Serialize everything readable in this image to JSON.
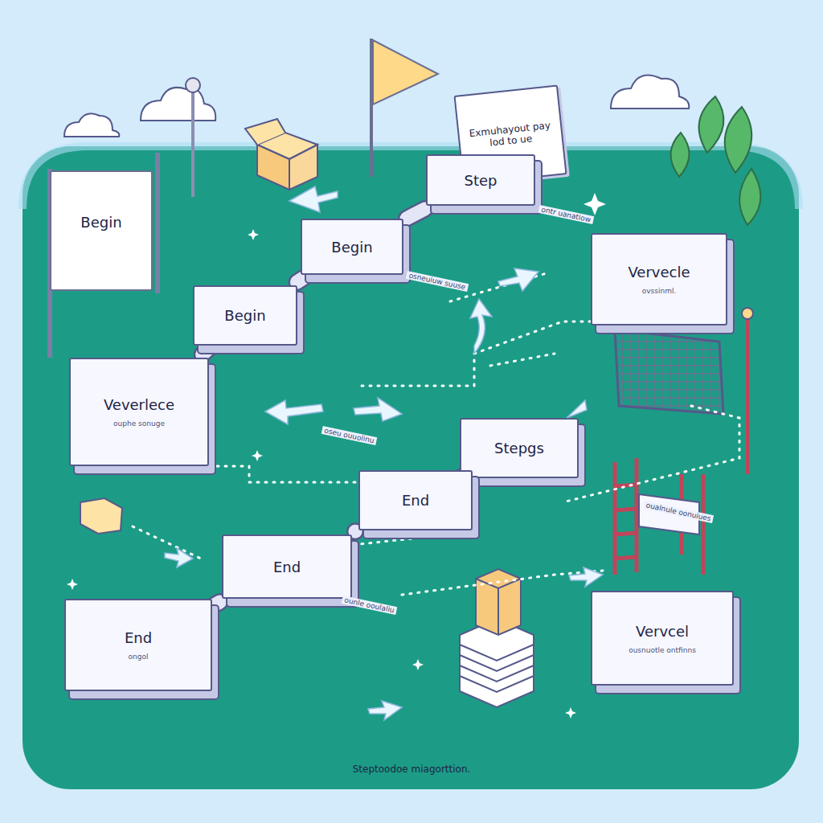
{
  "diagram": {
    "caption": "Steptoodoe miagorttion.",
    "nodes": [
      {
        "text": [
          "Begin"
        ]
      },
      {
        "text": [
          "Exmuhayout pay lod to ue"
        ]
      },
      {
        "text": [
          "Step"
        ]
      },
      {
        "text": [
          "Begin"
        ]
      },
      {
        "text": [
          "Vervecle",
          "ovssinml."
        ]
      },
      {
        "text": [
          "Begin"
        ]
      },
      {
        "text": [
          "Veverlece",
          "ouphe sonuge"
        ]
      },
      {
        "text": [
          "Stepgs"
        ]
      },
      {
        "text": [
          "End"
        ]
      },
      {
        "text": [
          "End"
        ]
      },
      {
        "text": [
          "End",
          "ongol"
        ]
      },
      {
        "text": [
          "Vervcel",
          "ousnuotle ontfinns"
        ]
      }
    ],
    "edges": [
      {
        "from": 6,
        "to": 5,
        "arrow": "none"
      },
      {
        "from": 5,
        "to": 3,
        "arrow": "none"
      },
      {
        "from": 3,
        "to": 2,
        "arrow": "none"
      },
      {
        "from": 10,
        "to": 9,
        "arrow": "none"
      },
      {
        "from": 9,
        "to": 8,
        "arrow": "none"
      },
      {
        "from": 8,
        "to": 7,
        "arrow": "none"
      }
    ],
    "labels": [
      "ontr uanatiow",
      "osneuiuw suuse",
      "oseu ouuolinu",
      "ounle ooulaliu",
      "oualnule oonuiues"
    ]
  }
}
